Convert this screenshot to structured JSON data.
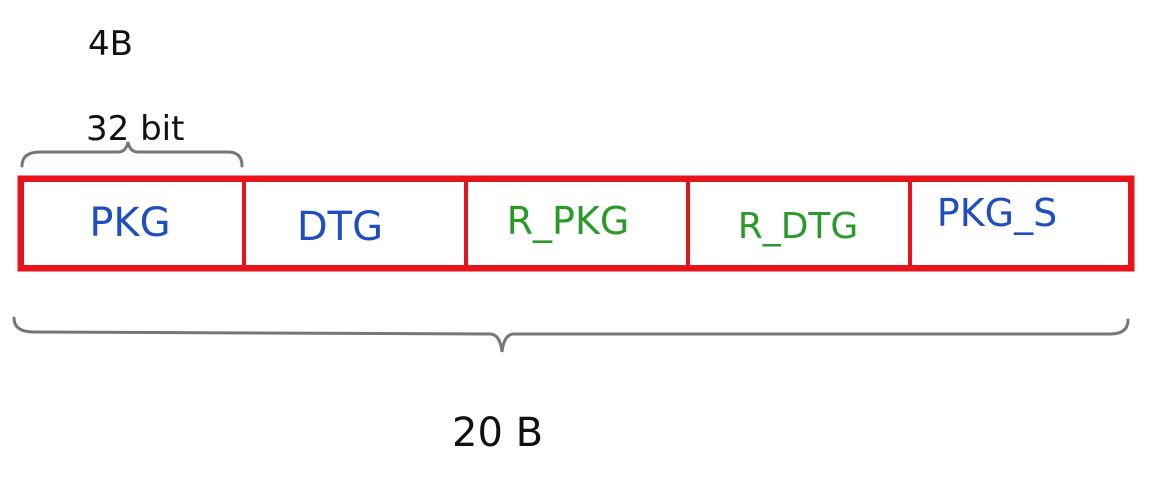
{
  "annotations": {
    "top_size": "4B",
    "bits": "32 bit",
    "total_size": "20 B"
  },
  "fields": [
    {
      "label": "PKG",
      "color": "#1f4fbf"
    },
    {
      "label": "DTG",
      "color": "#1f4fbf"
    },
    {
      "label": "R_PKG",
      "color": "#2a9a2a"
    },
    {
      "label": "R_DTG",
      "color": "#2a9a2a"
    },
    {
      "label": "PKG_S",
      "color": "#1f4fbf"
    }
  ],
  "colors": {
    "box_border": "#e8141b",
    "brace": "#777777",
    "annotation_text": "#111111"
  }
}
